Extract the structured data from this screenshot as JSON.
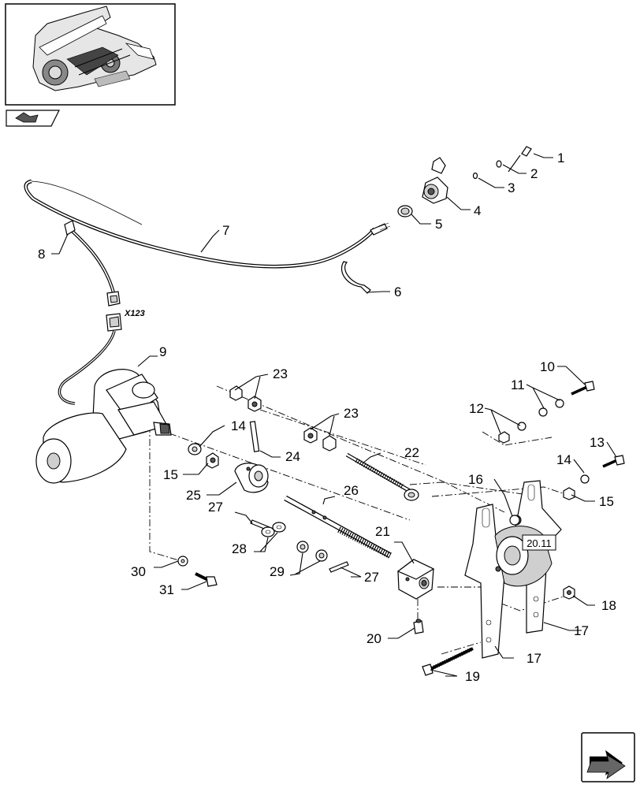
{
  "connector_label": "X123",
  "section_ref": "20.11",
  "callouts": [
    "1",
    "2",
    "3",
    "4",
    "5",
    "6",
    "7",
    "8",
    "9",
    "10",
    "11",
    "12",
    "13",
    "14",
    "14",
    "15",
    "15",
    "16",
    "17",
    "17",
    "18",
    "19",
    "20",
    "21",
    "22",
    "23",
    "23",
    "24",
    "25",
    "26",
    "27",
    "27",
    "28",
    "29",
    "30",
    "31"
  ]
}
